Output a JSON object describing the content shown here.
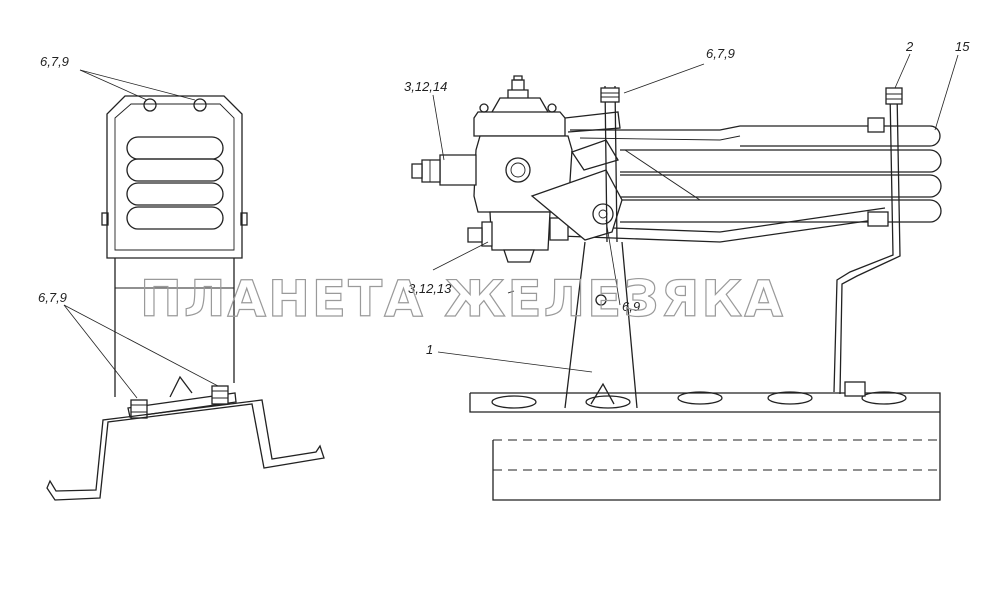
{
  "callouts": {
    "left_top": "6,7,9",
    "left_bottom": "6,7,9",
    "valve_upper": "3,12,14",
    "valve_lower": "3,12,13",
    "top_mid": "6,7,9",
    "top_right_a": "2",
    "top_right_b": "15",
    "bracket_bolt": "6,9",
    "bracket": "1"
  },
  "watermark": "ПЛАНЕТА ЖЕЛЕЗЯКА"
}
